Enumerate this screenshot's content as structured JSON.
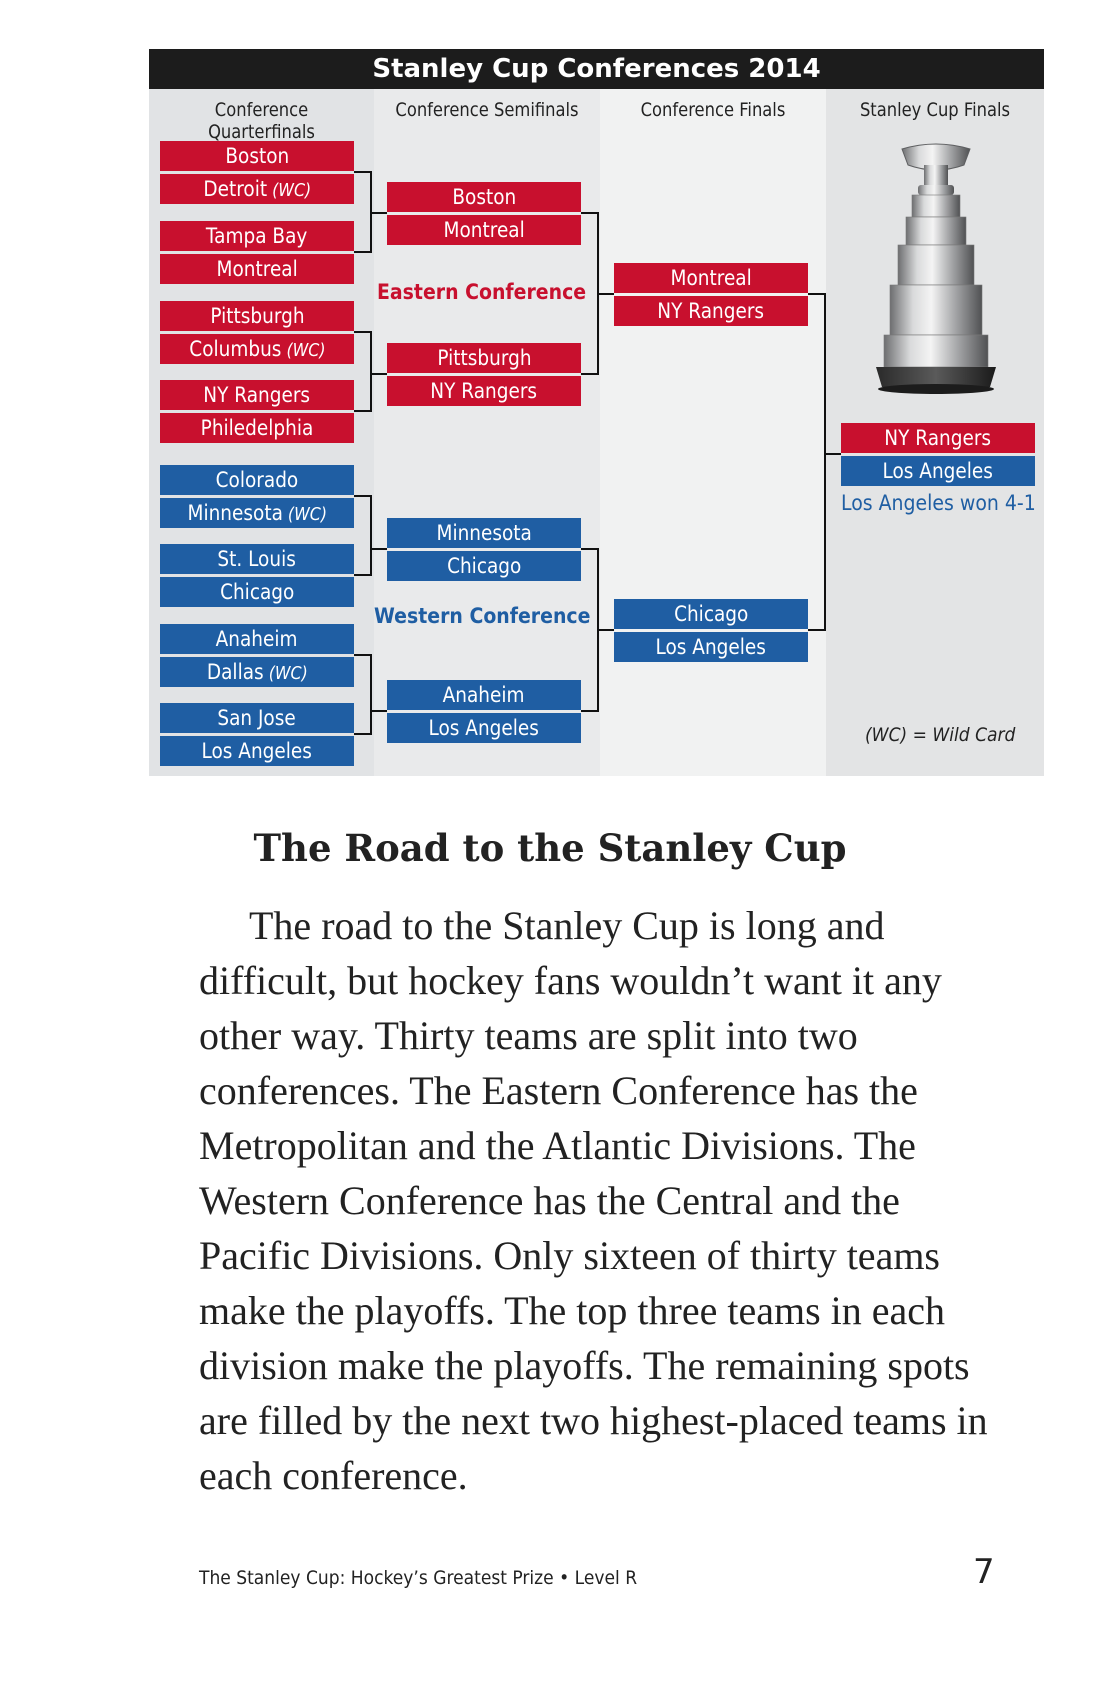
{
  "bracket": {
    "title": "Stanley Cup Conferences 2014",
    "columns": [
      "Conference Quarterfinals",
      "Conference Semifinals",
      "Conference Finals",
      "Stanley Cup Finals"
    ],
    "conferences": {
      "east": "Eastern Conference",
      "west": "Western Conference"
    },
    "quarterfinals": [
      {
        "name": "Boston",
        "tag": ""
      },
      {
        "name": "Detroit",
        "tag": "(WC)"
      },
      {
        "name": "Tampa Bay",
        "tag": ""
      },
      {
        "name": "Montreal",
        "tag": ""
      },
      {
        "name": "Pittsburgh",
        "tag": ""
      },
      {
        "name": "Columbus",
        "tag": "(WC)"
      },
      {
        "name": "NY Rangers",
        "tag": ""
      },
      {
        "name": "Philedelphia",
        "tag": ""
      },
      {
        "name": "Colorado",
        "tag": ""
      },
      {
        "name": "Minnesota",
        "tag": "(WC)"
      },
      {
        "name": "St. Louis",
        "tag": ""
      },
      {
        "name": "Chicago",
        "tag": ""
      },
      {
        "name": "Anaheim",
        "tag": ""
      },
      {
        "name": "Dallas",
        "tag": "(WC)"
      },
      {
        "name": "San Jose",
        "tag": ""
      },
      {
        "name": "Los Angeles",
        "tag": ""
      }
    ],
    "semifinals": [
      "Boston",
      "Montreal",
      "Pittsburgh",
      "NY Rangers",
      "Minnesota",
      "Chicago",
      "Anaheim",
      "Los Angeles"
    ],
    "finals": [
      "Montreal",
      "NY Rangers",
      "Chicago",
      "Los Angeles"
    ],
    "cup_finals": [
      "NY Rangers",
      "Los Angeles"
    ],
    "result": "Los Angeles won 4-1",
    "legend": "(WC) = Wild Card",
    "colors": {
      "east": "#c8102e",
      "west": "#1f5ea3",
      "title_bar": "#1c1c1c"
    },
    "trophy_icon": "stanley-cup-trophy"
  },
  "article": {
    "heading": "The Road to the Stanley Cup",
    "body": "The road to the Stanley Cup is long and difficult, but hockey fans wouldn’t want it any other way. Thirty teams are split into two conferences. The Eastern Conference has the Metropolitan and the Atlantic Divisions. The Western Conference has the Central and the Pacific Divisions. Only sixteen of thirty teams make the playoffs. The top three teams in each division make the playoffs. The remaining spots are filled by the next two highest-placed teams in each conference."
  },
  "footer": {
    "book_title": "The Stanley Cup: Hockey’s Greatest Prize • Level R",
    "page_number": "7"
  }
}
